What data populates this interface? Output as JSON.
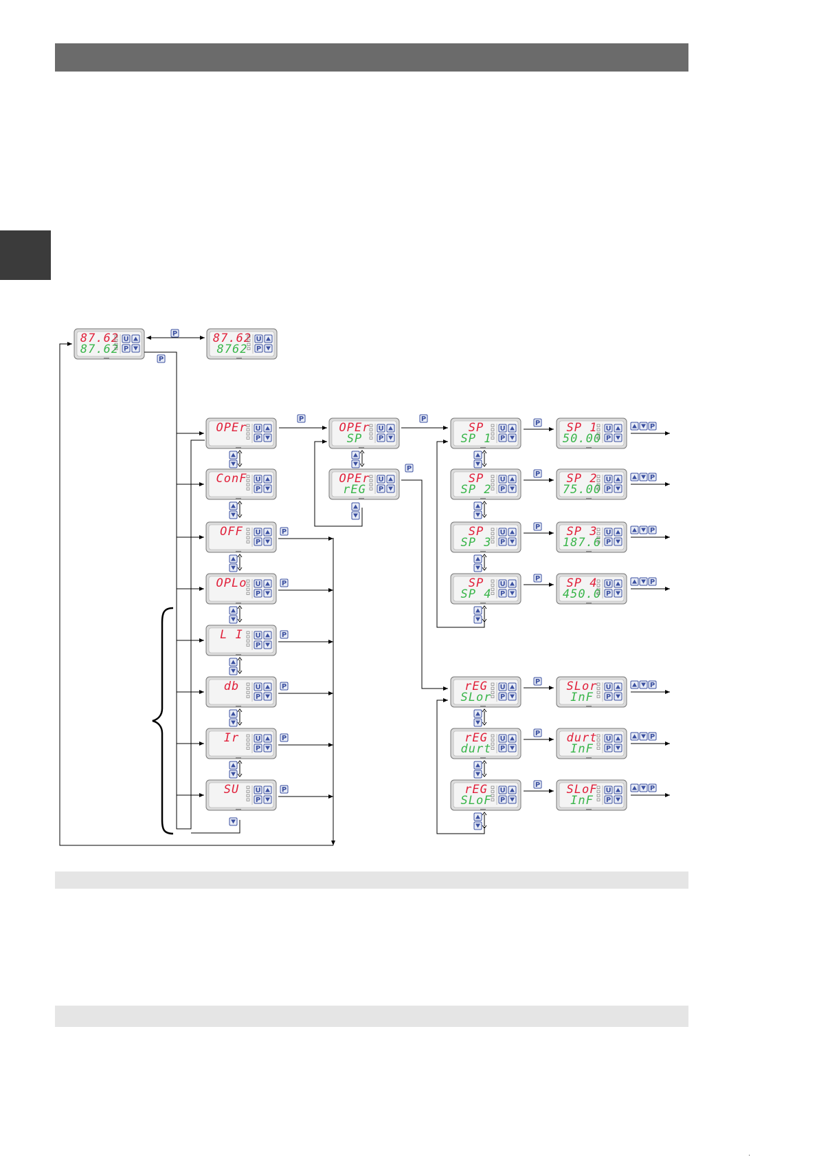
{
  "page": {
    "header_color": "#6b6b6b",
    "side_tab_color": "#3b3b3b",
    "section_bar_color": "#e5e5e5",
    "page_marker": "."
  },
  "colors": {
    "red": "#e0203a",
    "green": "#39b54a",
    "bezel": "#dcdcdc",
    "screen": "#f4f4f4",
    "button": "#3a4fa0",
    "line": "#000000"
  },
  "icons": {
    "up": "triangle-up-icon",
    "down": "triangle-down-icon",
    "p": "p-key-icon",
    "u": "u-key-icon"
  },
  "key_labels": {
    "p": "P",
    "u": "U"
  },
  "displays": {
    "home": {
      "top": "87.62",
      "bottom": "87.62"
    },
    "home_alt": {
      "top": "87.62",
      "bottom": "8762"
    },
    "oper": {
      "top": "OPEr",
      "bottom": ""
    },
    "conf": {
      "top": "ConF",
      "bottom": ""
    },
    "off": {
      "top": "OFF",
      "bottom": ""
    },
    "oplo": {
      "top": "OPLo",
      "bottom": ""
    },
    "li": {
      "top": "L I",
      "bottom": ""
    },
    "db": {
      "top": "db",
      "bottom": ""
    },
    "ir": {
      "top": "Ir",
      "bottom": ""
    },
    "su": {
      "top": "SU",
      "bottom": ""
    },
    "oper_sp": {
      "top": "OPEr",
      "bottom": "SP"
    },
    "oper_reg": {
      "top": "OPEr",
      "bottom": "rEG"
    },
    "sp1": {
      "top": "SP",
      "bottom": "SP 1"
    },
    "sp2": {
      "top": "SP",
      "bottom": "SP 2"
    },
    "sp3": {
      "top": "SP",
      "bottom": "SP 3"
    },
    "sp4": {
      "top": "SP",
      "bottom": "SP 4"
    },
    "sp1_val": {
      "top": "SP 1",
      "bottom": "50.00"
    },
    "sp2_val": {
      "top": "SP 2",
      "bottom": "75.00"
    },
    "sp3_val": {
      "top": "SP 3",
      "bottom": "187.6"
    },
    "sp4_val": {
      "top": "SP 4",
      "bottom": "450.0"
    },
    "reg_slor": {
      "top": "rEG",
      "bottom": "SLor"
    },
    "reg_durt": {
      "top": "rEG",
      "bottom": "durt"
    },
    "reg_slof": {
      "top": "rEG",
      "bottom": "SLoF"
    },
    "slor_inf": {
      "top": "SLor",
      "bottom": "InF"
    },
    "durt_inf": {
      "top": "durt",
      "bottom": "InF"
    },
    "slof_inf": {
      "top": "SLoF",
      "bottom": "InF"
    }
  }
}
